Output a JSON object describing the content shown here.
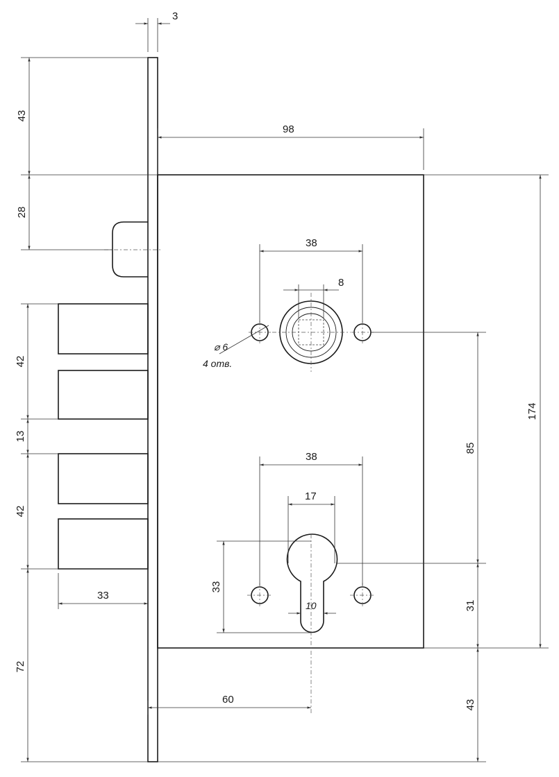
{
  "drawing": {
    "dimensions": {
      "faceplate_thickness": "3",
      "body_width": "98",
      "top_offset": "43",
      "latch_offset": "28",
      "bolt_group_upper": "42",
      "bolt_gap": "13",
      "bolt_group_lower": "42",
      "bolt_throw": "33",
      "bottom_offset": "72",
      "spindle_holes_spacing": "38",
      "spindle_square": "8",
      "spindle_to_cylinder": "85",
      "body_height": "174",
      "cylinder_holes_spacing": "38",
      "cylinder_width": "17",
      "cylinder_height": "33",
      "cylinder_slot": "10",
      "cylinder_to_body_bottom": "31",
      "backset": "60",
      "faceplate_bottom_offset": "43"
    },
    "hole_note": {
      "diameter": "⌀ 6",
      "count": "4 отв."
    }
  }
}
